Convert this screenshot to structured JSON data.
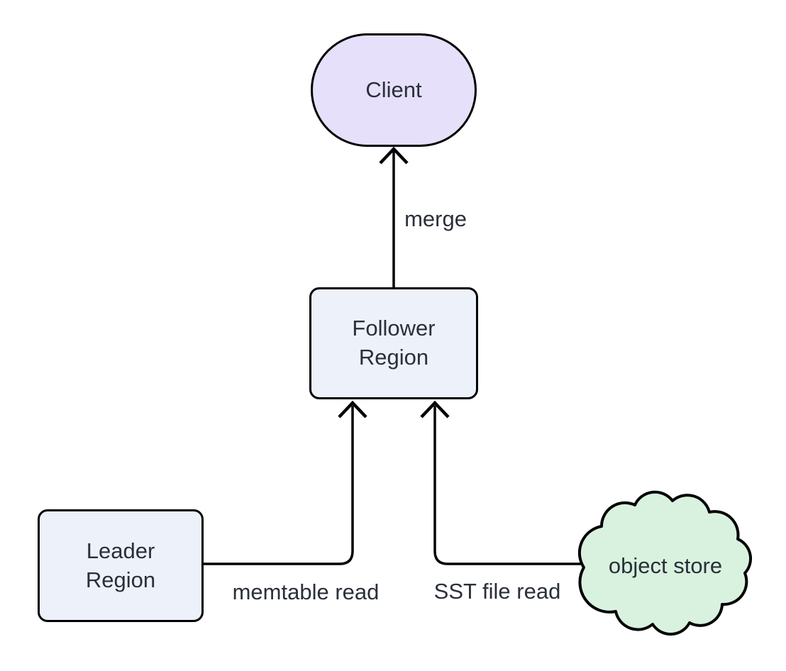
{
  "diagram": {
    "type": "flowchart",
    "direction": "bottom-to-top",
    "colors": {
      "bg": "#ffffff",
      "stroke": "#000000",
      "text": "#2a2f3a",
      "client-fill": "#e6e0fa",
      "region-fill": "#edf1fa",
      "cloud-fill": "#d9f2df"
    },
    "nodes": [
      {
        "id": "client",
        "label": "Client",
        "shape": "stadium"
      },
      {
        "id": "follower-region",
        "label": "Follower Region",
        "shape": "rounded-rect"
      },
      {
        "id": "leader-region",
        "label": "Leader Region",
        "shape": "rounded-rect"
      },
      {
        "id": "object-store",
        "label": "object store",
        "shape": "cloud"
      }
    ],
    "edges": [
      {
        "from": "follower-region",
        "to": "client",
        "label": "merge"
      },
      {
        "from": "leader-region",
        "to": "follower-region",
        "label": "memtable read"
      },
      {
        "from": "object-store",
        "to": "follower-region",
        "label": "SST file read"
      }
    ]
  }
}
